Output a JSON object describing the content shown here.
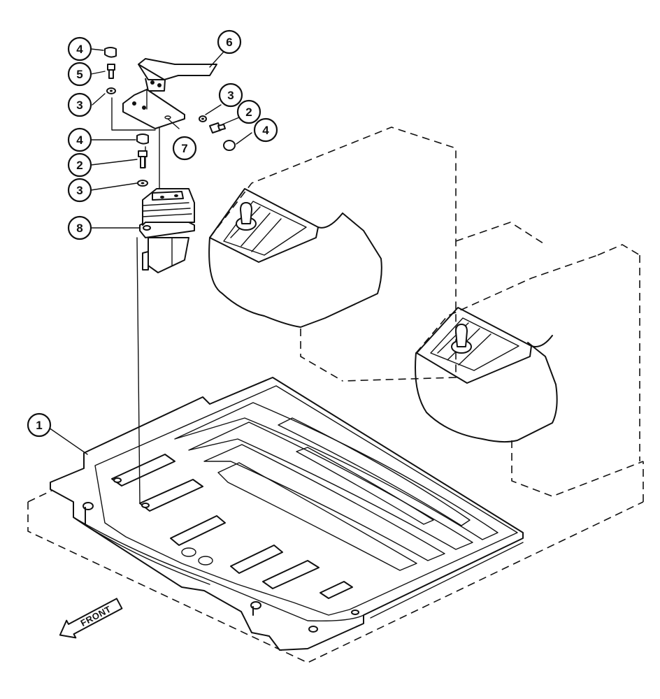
{
  "callouts": {
    "c4a": "4",
    "c5": "5",
    "c3a": "3",
    "c6": "6",
    "c3b": "3",
    "c2a": "2",
    "c4b": "4",
    "c4c": "4",
    "c7": "7",
    "c2b": "2",
    "c3c": "3",
    "c8": "8",
    "c1": "1"
  },
  "front_label": "FRONT"
}
